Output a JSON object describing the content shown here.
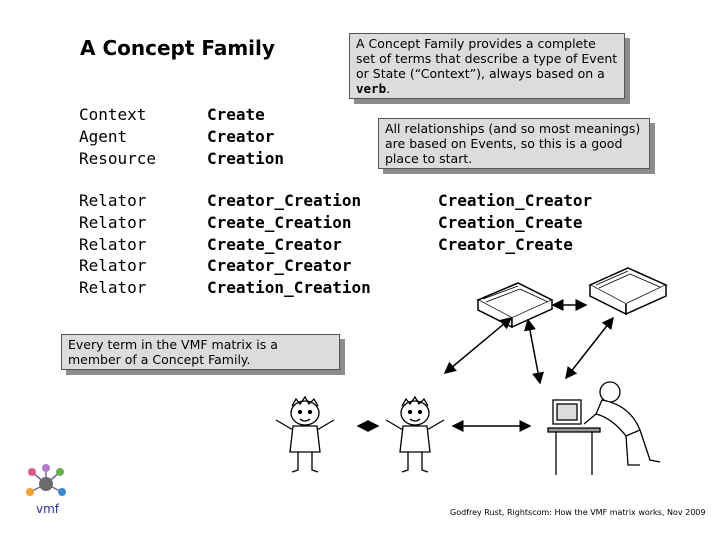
{
  "title": "A Concept Family",
  "notes": {
    "concept_family_lead": "A Concept Family provides a complete set of terms that describe a type of Event or State (“Context”), always based on a ",
    "concept_family_verb": "verb",
    "concept_family_end": ".",
    "relationships": "All relationships (and so most meanings) are based on Events, so this is a good place to start.",
    "vmf_matrix": "Every term in the VMF matrix is a member of a Concept Family."
  },
  "term_types": [
    "Context",
    "Agent",
    "Resource"
  ],
  "terms": [
    "Create",
    "Creator",
    "Creation"
  ],
  "relator_types": [
    "Relator",
    "Relator",
    "Relator",
    "Relator",
    "Relator"
  ],
  "relators_col1": [
    "Creator_Creation",
    "Create_Creation",
    "Create_Creator",
    "Creator_Creator",
    "Creation_Creation"
  ],
  "relators_col2": [
    "Creation_Creator",
    "Creation_Create",
    "Creator_Create"
  ],
  "logo_text": "vmf",
  "credit": "Godfrey Rust, Rightscom: How the VMF matrix works, Nov 2009"
}
